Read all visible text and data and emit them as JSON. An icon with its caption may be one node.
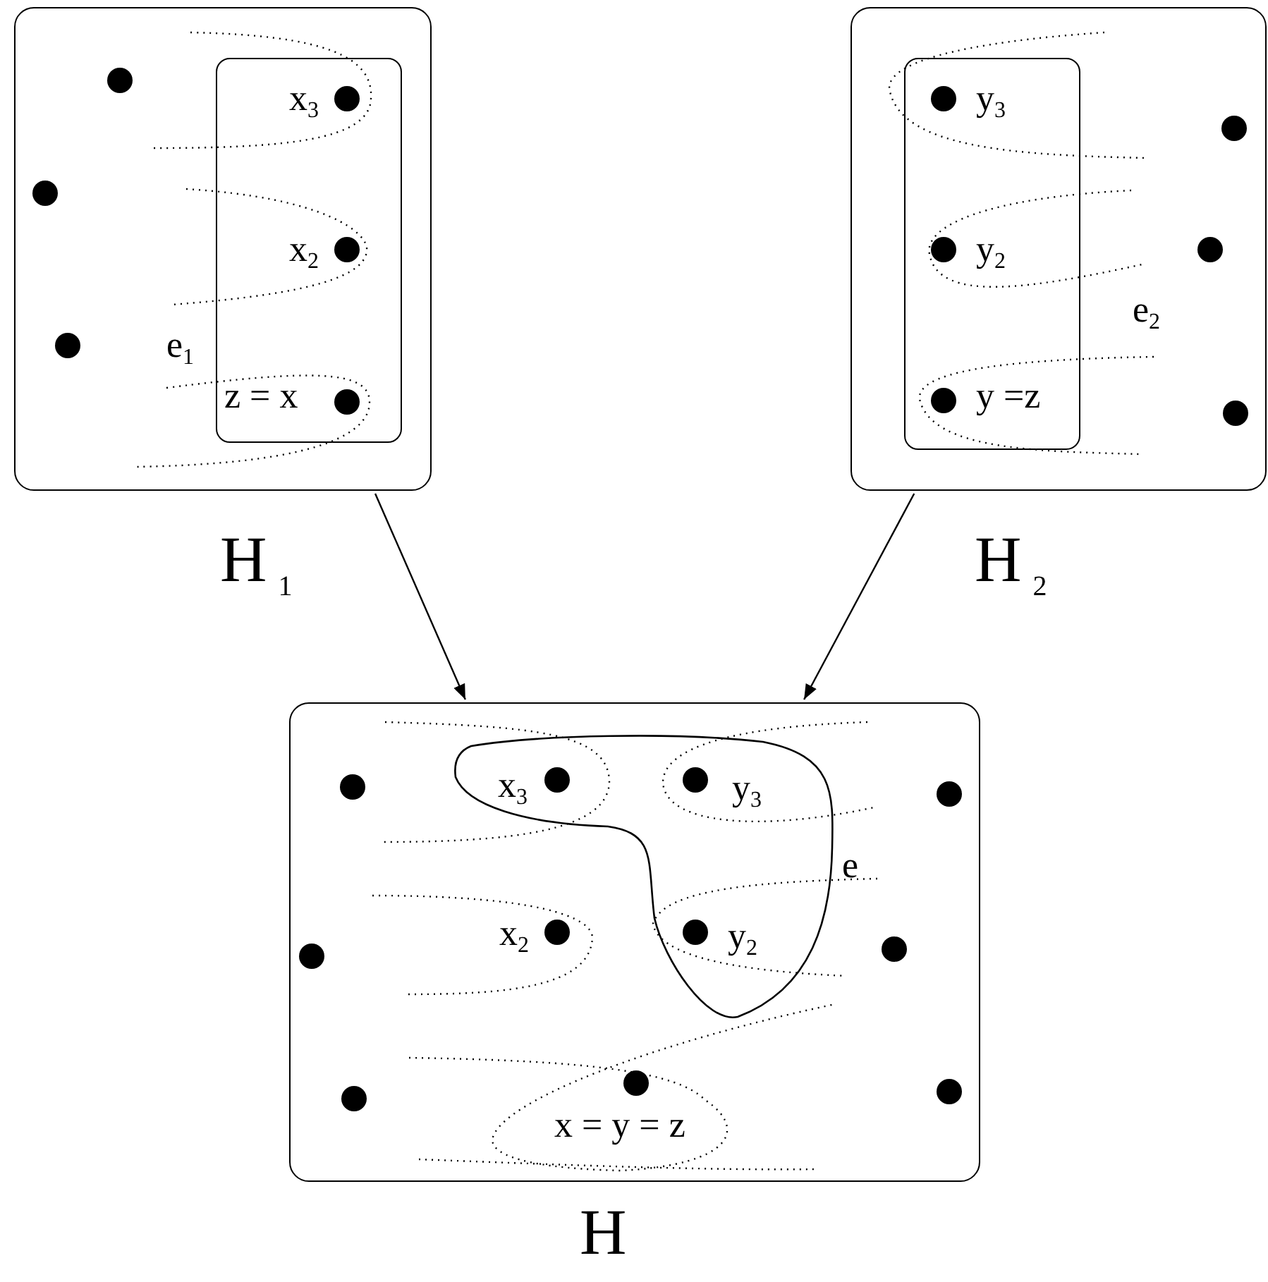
{
  "diagram": {
    "nodes": [
      {
        "text": [
          "H$_{1}$"
        ]
      },
      {
        "text": [
          "x$_{3}$",
          "x$_{2}$",
          "z = x"
        ],
        "in": 0
      },
      {
        "text": [
          "H$_{2}$"
        ]
      },
      {
        "text": [
          "y$_{3}$",
          "y$_{2}$",
          "y  =z"
        ],
        "in": 2
      },
      {
        "text": [
          "H",
          "x$_{2}$",
          "x = y = z"
        ]
      },
      {
        "text": [
          "x$_{3}$",
          "y$_{3}$",
          "y$_{2}$",
          "e"
        ],
        "in": 4
      }
    ],
    "edges": [
      {
        "from": 0,
        "to": 4,
        "arrow": "to"
      },
      {
        "from": 2,
        "to": 4,
        "arrow": "to"
      }
    ],
    "labels": [
      "e$_{1}$",
      "e$_{2}$"
    ]
  }
}
